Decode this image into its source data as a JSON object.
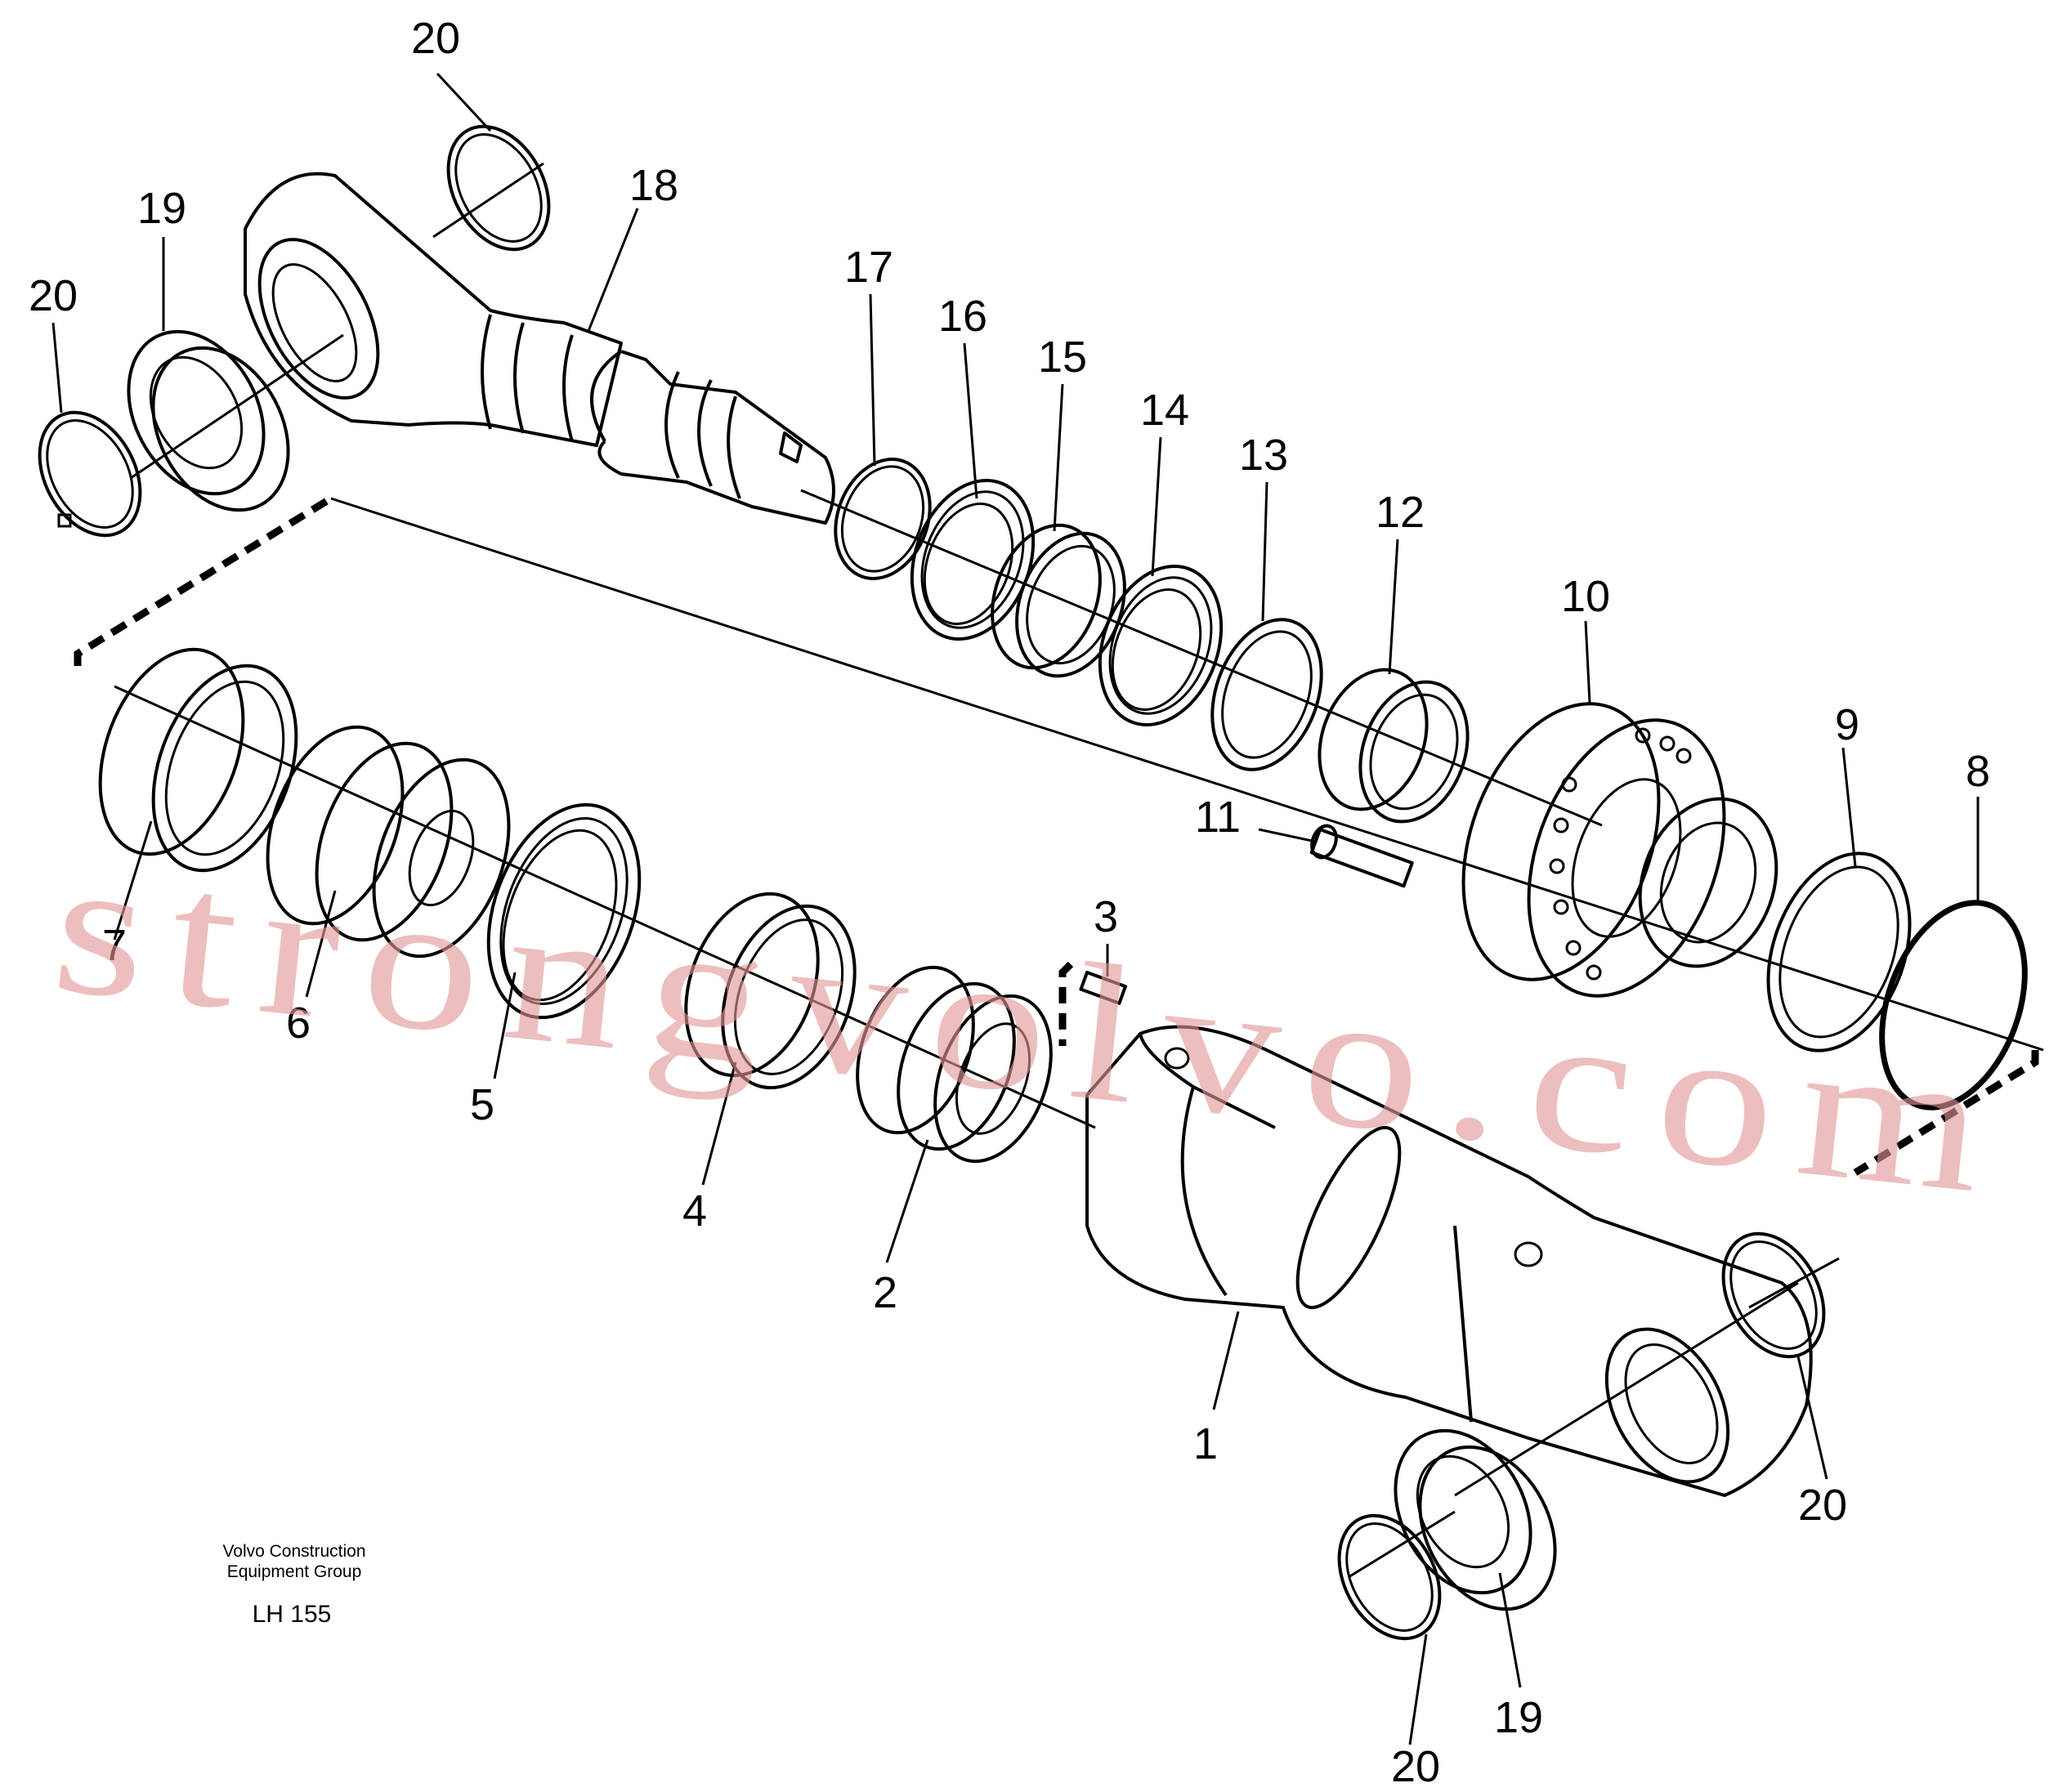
{
  "diagram": {
    "callouts": [
      "1",
      "2",
      "3",
      "4",
      "5",
      "6",
      "7",
      "8",
      "9",
      "10",
      "11",
      "12",
      "13",
      "14",
      "15",
      "16",
      "17",
      "18",
      "19",
      "20"
    ],
    "watermark": "strongvolvo.com",
    "publisher_line1": "Volvo Construction",
    "publisher_line2": "Equipment Group",
    "figure_code": "LH 155"
  }
}
